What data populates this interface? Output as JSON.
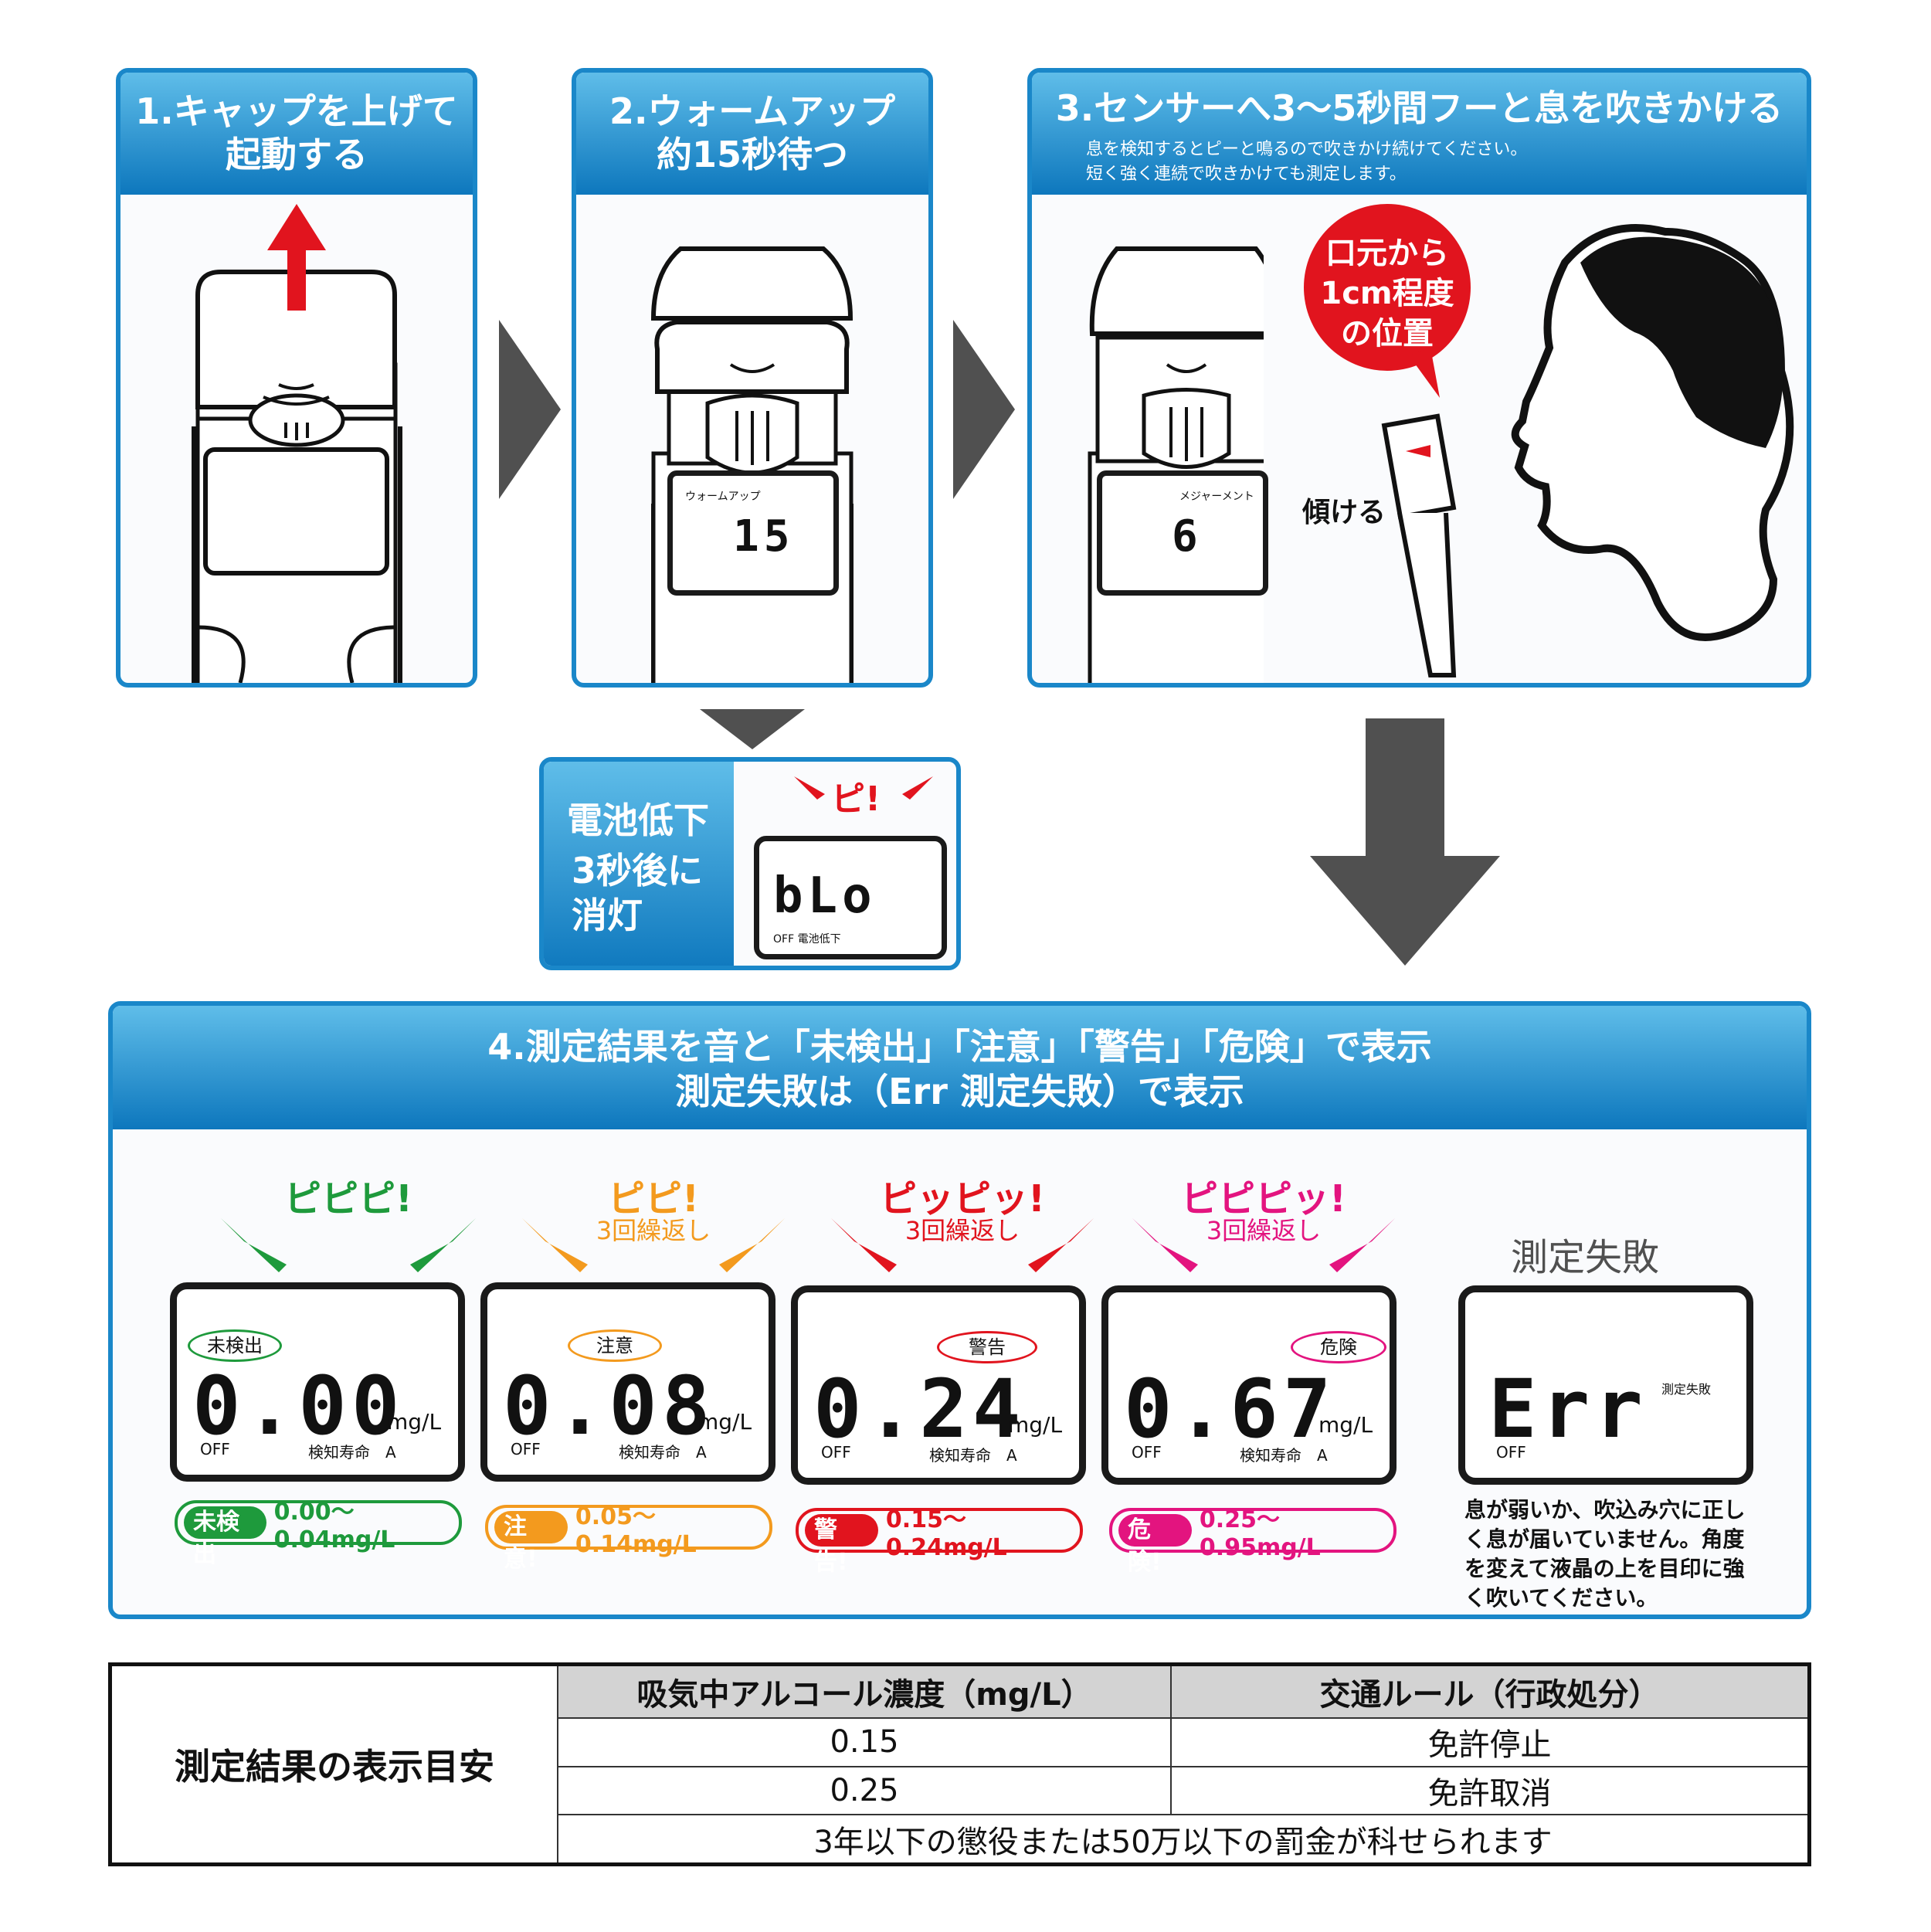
{
  "colors": {
    "blue": "#1a87c9",
    "green": "#1e9a3c",
    "orange": "#f39a1e",
    "red": "#e1141e",
    "pink": "#e3147f",
    "gray": "#505050"
  },
  "step1": {
    "title": "1.キャップを上げて\n起動する"
  },
  "step2": {
    "title": "2.ウォームアップ\n約15秒待つ",
    "lcd_label": "ウォームアップ",
    "lcd_value": "15"
  },
  "step3": {
    "title": "3.センサーへ3～5秒間フーと息を吹きかける",
    "note": "息を検知するとピーと鳴るので吹きかけ続けてください。\n短く強く連続で吹きかけても測定します。",
    "lcd_label": "メジャーメント",
    "lcd_value": "6",
    "bubble": "口元から\n1cm程度\nの位置",
    "tilt_label": "傾ける"
  },
  "battery": {
    "label1": "電池低下",
    "label2": "3秒後に\n消灯",
    "beep": "ピ!",
    "lcd_value": "bLo",
    "lcd_footer": "OFF 電池低下"
  },
  "step4": {
    "title": "4.測定結果を音と「未検出」「注意」「警告」「危険」で表示\n測定失敗は（Err 測定失敗）で表示",
    "results": [
      {
        "beep": "ピピピ!",
        "repeat": "",
        "status": "未検出",
        "value": "0.00",
        "unit": "mg/L",
        "off": "OFF",
        "life": "検知寿命　A",
        "pill_tag": "未検出",
        "pill_range": "0.00～0.04mg/L"
      },
      {
        "beep": "ピピ!",
        "repeat": "3回繰返し",
        "status": "注意",
        "value": "0.08",
        "unit": "mg/L",
        "off": "OFF",
        "life": "検知寿命　A",
        "pill_tag": "注意!",
        "pill_range": "0.05～0.14mg/L"
      },
      {
        "beep": "ピッピッ!",
        "repeat": "3回繰返し",
        "status": "警告",
        "value": "0.24",
        "unit": "mg/L",
        "off": "OFF",
        "life": "検知寿命　A",
        "pill_tag": "警告!",
        "pill_range": "0.15～0.24mg/L"
      },
      {
        "beep": "ピピピッ!",
        "repeat": "3回繰返し",
        "status": "危険",
        "value": "0.67",
        "unit": "mg/L",
        "off": "OFF",
        "life": "検知寿命　A",
        "pill_tag": "危険!",
        "pill_range": "0.25～0.95mg/L"
      }
    ],
    "fail": {
      "title": "測定失敗",
      "value": "Err",
      "label": "測定失敗",
      "off": "OFF",
      "note": "息が弱いか、吹込み穴に正し\nく息が届いていません。角度\nを変えて液晶の上を目印に強\nく吹いてください。"
    }
  },
  "legend": {
    "row_header": "測定結果の表示目安",
    "col1": "吸気中アルコール濃度（mg/L）",
    "col2": "交通ルール（行政処分）",
    "rows": [
      [
        "0.15",
        "免許停止"
      ],
      [
        "0.25",
        "免許取消"
      ]
    ],
    "footer": "3年以下の懲役または50万以下の罰金が科せられます"
  }
}
